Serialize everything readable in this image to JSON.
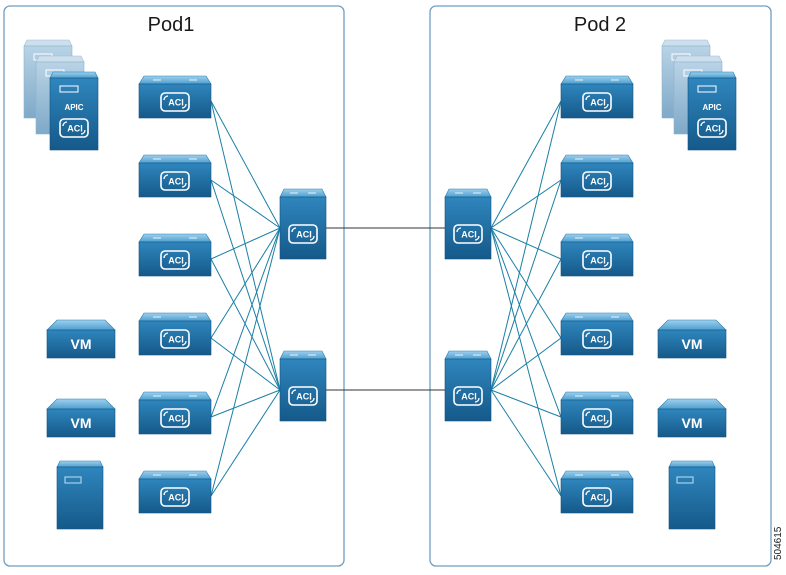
{
  "pods": [
    {
      "title": "Pod1"
    },
    {
      "title": "Pod 2"
    }
  ],
  "labels": {
    "aci": "ACI",
    "apic": "APIC",
    "vm": "VM"
  },
  "figure_id": "504615",
  "colors": {
    "pod_border": "#6f9dbf",
    "device_blue": "#1e6fa3",
    "device_light": "#5ea6d3",
    "link": "#1a7fa6",
    "interpod_link": "#333333"
  }
}
